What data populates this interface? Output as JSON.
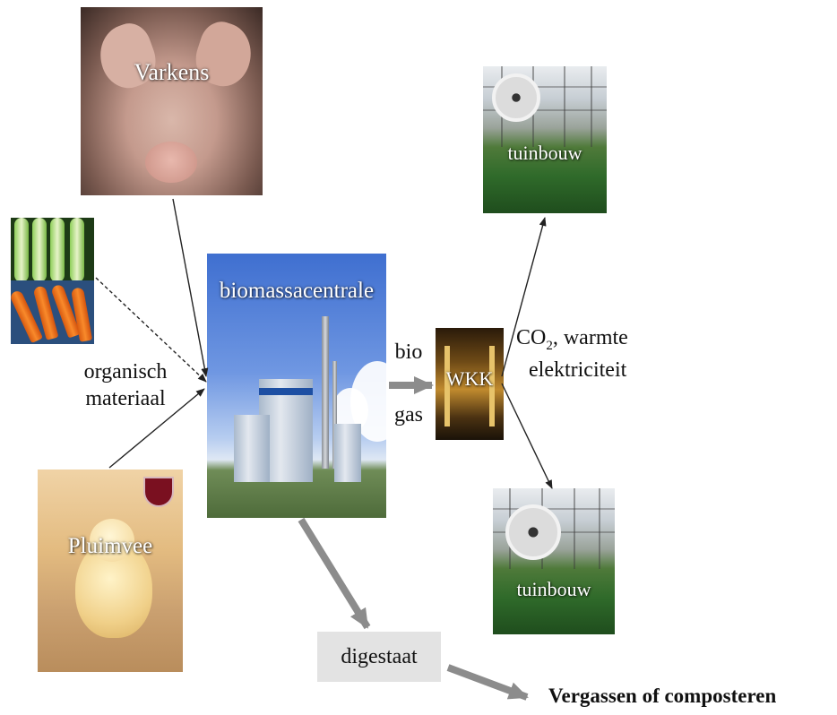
{
  "photos": {
    "pig": "Varkens",
    "plant": "biomassacentrale",
    "wkk": "WKK",
    "greenhouse_top": "tuinbouw",
    "greenhouse_bottom": "tuinbouw",
    "poultry": "Pluimvee"
  },
  "labels": {
    "organic_line1": "organisch",
    "organic_line2": "materiaal",
    "bio": "bio",
    "gas": "gas",
    "co2_prefix": "CO",
    "co2_sub": "2",
    "co2_suffix": ", warmte",
    "electricity": "elektriciteit",
    "digestate": "digestaat",
    "gasify": "Vergassen of composteren"
  },
  "colors": {
    "thin_arrow": "#222222",
    "thick_arrow": "#8c8c8c",
    "digestate_box": "#e3e3e3"
  }
}
